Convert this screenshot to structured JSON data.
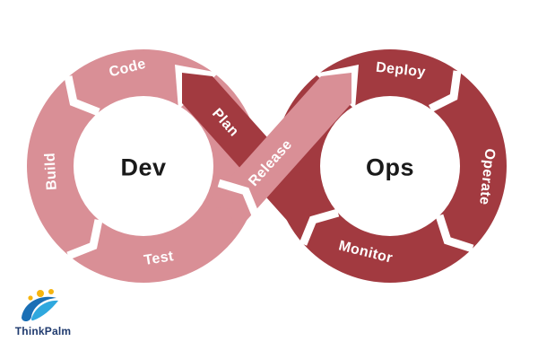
{
  "diagram": {
    "center_labels": {
      "dev": "Dev",
      "ops": "Ops"
    },
    "segments": {
      "code": "Code",
      "build": "Build",
      "test": "Test",
      "plan": "Plan",
      "release": "Release",
      "deploy": "Deploy",
      "operate": "Operate",
      "monitor": "Monitor"
    }
  },
  "colors": {
    "dev_loop": "#D98F96",
    "ops_loop": "#A23A40",
    "segment_text": "#FFFFFF",
    "center_text": "#1A1A1A",
    "background": "#FFFFFF"
  },
  "icons": {
    "flow_arrow": "white-chevron-arrow",
    "logo_swirl": "thinkpalm-swirl"
  },
  "logo": {
    "name": "ThinkPalm",
    "wordmark_color": "#1F3A6E",
    "swirl_dark": "#1A6FB5",
    "swirl_light": "#2FA8DE",
    "dot_color": "#F6B40F"
  }
}
